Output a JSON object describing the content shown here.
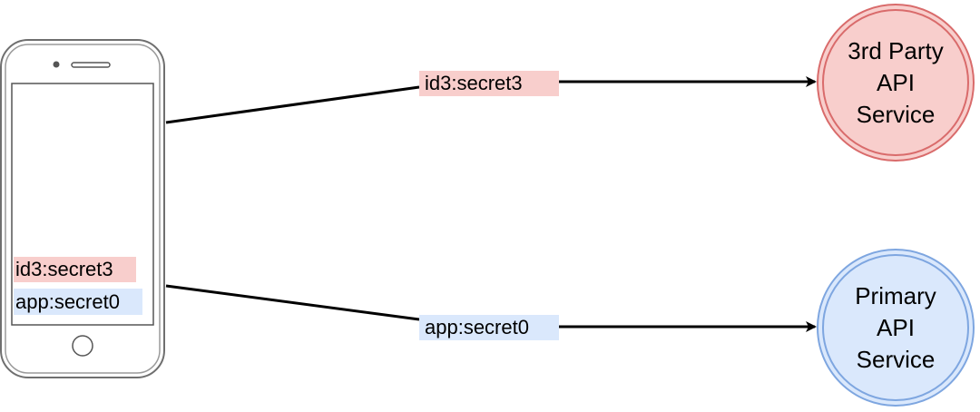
{
  "phone": {
    "secret_label_third_party": "id3:secret3",
    "secret_label_app": "app:secret0"
  },
  "connections": {
    "to_third_party_label": "id3:secret3",
    "to_primary_label": "app:secret0"
  },
  "nodes": {
    "third_party": {
      "line1": "3rd Party",
      "line2": "API",
      "line3": "Service"
    },
    "primary": {
      "line1": "Primary",
      "line2": "API",
      "line3": "Service"
    }
  },
  "colors": {
    "third_party_fill": "#f8cecc",
    "third_party_stroke": "#d96b6b",
    "primary_fill": "#dae8fc",
    "primary_stroke": "#7ea6e0",
    "third_party_highlight": "#f8cecc",
    "primary_highlight": "#dae8fc"
  }
}
